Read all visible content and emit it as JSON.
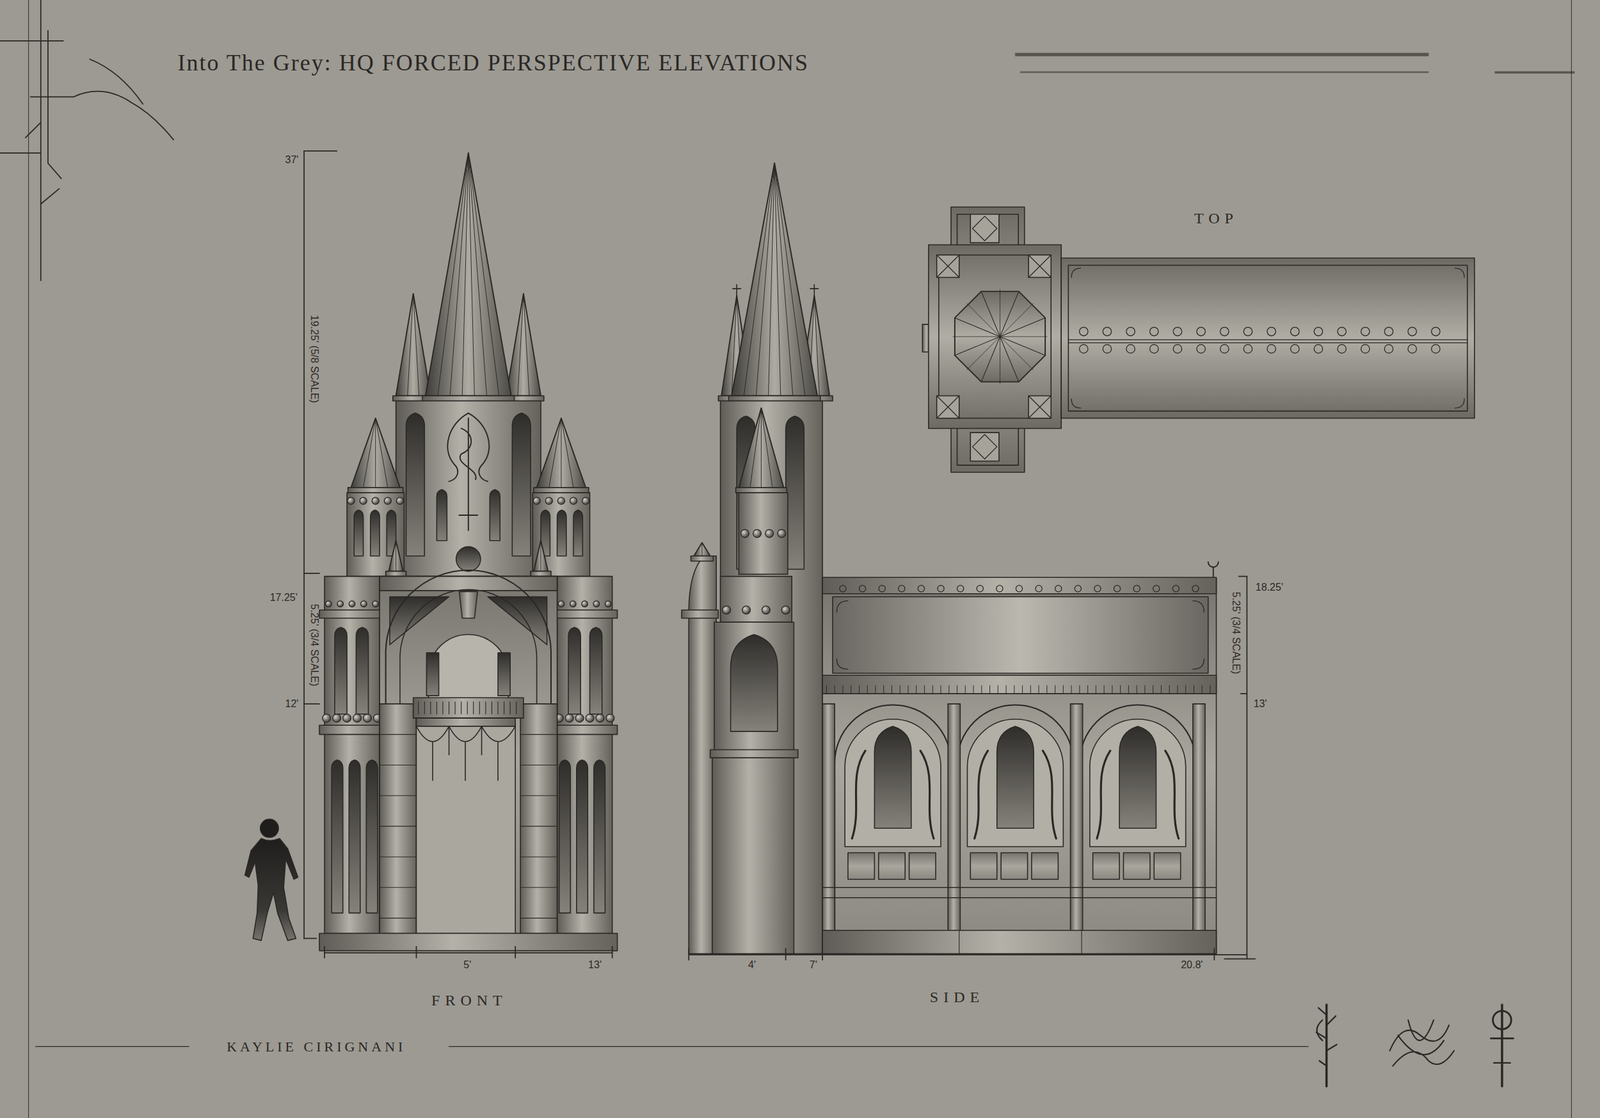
{
  "diagram": {
    "title": "Into The Grey: HQ FORCED PERSPECTIVE ELEVATIONS",
    "labels": [
      "TOP",
      "37'",
      "19.25' (5/8 SCALE)",
      "17.25'",
      "5.25' (3/4 SCALE)",
      "12'",
      "5'",
      "13'",
      "FRONT",
      "4'",
      "7'",
      "20.8'",
      "SIDE",
      "18.25'",
      "5.25' (3/4 SCALE)",
      "13'",
      "KAYLIE CIRIGNANI"
    ]
  }
}
